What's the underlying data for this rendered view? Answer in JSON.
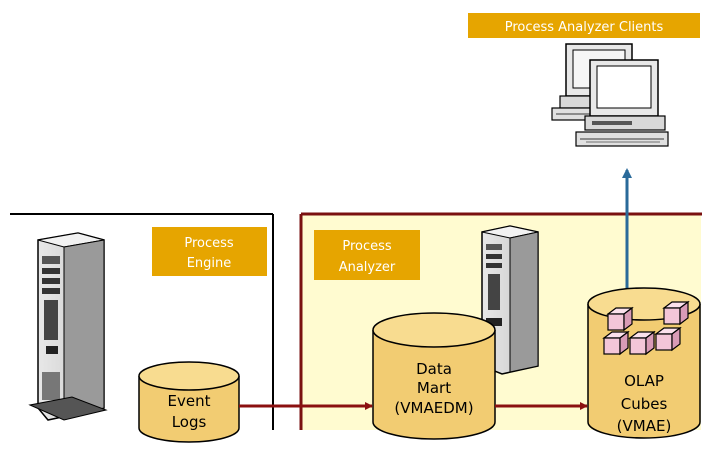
{
  "clients_label": "Process Analyzer Clients",
  "engine": {
    "label_line1": "Process",
    "label_line2": "Engine"
  },
  "analyzer": {
    "label_line1": "Process",
    "label_line2": "Analyzer"
  },
  "event_logs": {
    "line1": "Event",
    "line2": "Logs"
  },
  "data_mart": {
    "line1": "Data",
    "line2": "Mart",
    "line3": "(VMAEDM)"
  },
  "olap": {
    "line1": "OLAP",
    "line2": "Cubes",
    "line3": "(VMAE)"
  },
  "colors": {
    "label_bg": "#e6a500",
    "label_text": "#ffffff",
    "engine_border": "#000000",
    "analyzer_border": "#7a1010",
    "analyzer_fill": "#fffbd0",
    "cylinder_fill": "#f2cc72",
    "cylinder_top": "#f8dc90",
    "flow_arrow": "#8b1010",
    "client_arrow": "#2a6a9a",
    "cube_fill": "#f3c6d8"
  },
  "icons": [
    "server-tower-icon",
    "server-tower-icon",
    "client-workstations-icon",
    "olap-cube-icon"
  ]
}
